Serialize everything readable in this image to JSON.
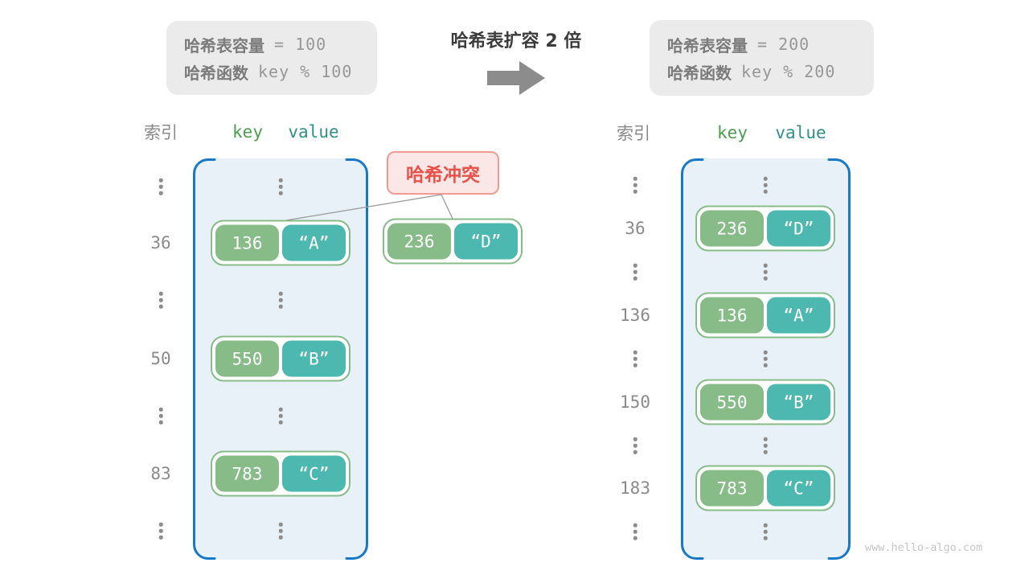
{
  "top": {
    "left_box": {
      "line1_label": "哈希表容量",
      "line1_value": "= 100",
      "line2_label": "哈希函数",
      "line2_value": "key % 100"
    },
    "title": "哈希表扩容 2 倍",
    "arrow_icon": "right-arrow-icon",
    "right_box": {
      "line1_label": "哈希表容量",
      "line1_value": "= 200",
      "line2_label": "哈希函数",
      "line2_value": "key % 200"
    }
  },
  "collision_label": "哈希冲突",
  "extra_pair": {
    "key": "236",
    "value": "“D”"
  },
  "left_table": {
    "headers": {
      "index": "索引",
      "key": "key",
      "value": "value"
    },
    "rows": [
      {
        "type": "dots"
      },
      {
        "type": "pair",
        "index": "36",
        "key": "136",
        "value": "“A”"
      },
      {
        "type": "dots"
      },
      {
        "type": "pair",
        "index": "50",
        "key": "550",
        "value": "“B”"
      },
      {
        "type": "dots"
      },
      {
        "type": "pair",
        "index": "83",
        "key": "783",
        "value": "“C”"
      },
      {
        "type": "dots"
      }
    ]
  },
  "right_table": {
    "headers": {
      "index": "索引",
      "key": "key",
      "value": "value"
    },
    "rows": [
      {
        "type": "dots"
      },
      {
        "type": "pair",
        "index": "36",
        "key": "236",
        "value": "“D”"
      },
      {
        "type": "dots"
      },
      {
        "type": "pair",
        "index": "136",
        "key": "136",
        "value": "“A”"
      },
      {
        "type": "dots"
      },
      {
        "type": "pair",
        "index": "150",
        "key": "550",
        "value": "“B”"
      },
      {
        "type": "dots"
      },
      {
        "type": "pair",
        "index": "183",
        "key": "783",
        "value": "“C”"
      },
      {
        "type": "dots"
      }
    ]
  },
  "watermark": "www.hello-algo.com",
  "colors": {
    "container_fill": "#E8F1F8",
    "container_border": "#1878C8",
    "key_green": "#87BC89",
    "value_teal": "#4DB8B0",
    "collision_red": "#E8504A",
    "collision_fill": "#FBE8E6",
    "gray_text": "#8A8A8A"
  }
}
